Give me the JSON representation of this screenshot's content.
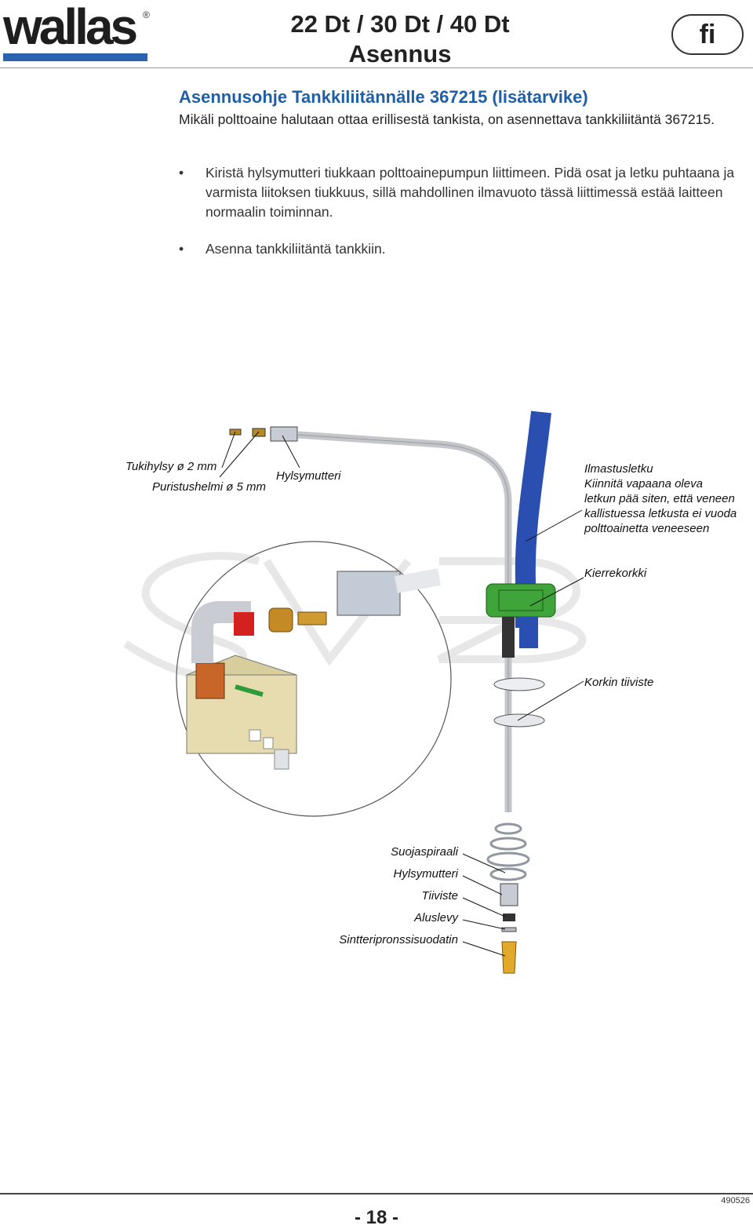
{
  "header": {
    "logo_text": "wallas",
    "logo_registered": "®",
    "title_line1": "22 Dt / 30 Dt / 40 Dt",
    "title_line2": "Asennus",
    "language_badge": "fi",
    "brand_color": "#2a64ae"
  },
  "section": {
    "heading": "Asennusohje Tankkiliitännälle 367215 (lisätarvike)",
    "heading_color": "#1f5fa8",
    "intro": "Mikäli polttoaine halutaan ottaa erillisestä tankista, on asennettava tankkiliitäntä 367215.",
    "bullet_symbol": "•",
    "bullets": [
      "Kiristä hylsymutteri tiukkaan polttoainepumpun liittimeen. Pidä osat ja letku puhtaana ja varmista liitoksen tiukkuus, sillä mahdollinen ilmavuoto tässä liittimessä estää laitteen normaalin toiminnan.",
      "Asenna tankkiliitäntä tankkiin."
    ]
  },
  "diagram": {
    "labels": {
      "tukihylsy": "Tukihylsy ø 2 mm",
      "puristushelmi": "Puristushelmi ø 5 mm",
      "hylsymutteri_top": "Hylsymutteri",
      "ilmastusletku_title": "Ilmastusletku",
      "ilmastusletku_desc": [
        "Kiinnitä vapaana oleva",
        "letkun pää siten, että veneen",
        "kallistuessa letkusta ei vuoda",
        "polttoainetta veneeseen"
      ],
      "kierrekorkki": "Kierrekorkki",
      "korkin_tiiviste": "Korkin tiiviste",
      "suojaspiraali": "Suojaspiraali",
      "hylsymutteri_bottom": "Hylsymutteri",
      "tiiviste": "Tiiviste",
      "aluslevy": "Aluslevy",
      "sintteri": "Sintteripronssisuodatin"
    },
    "colors": {
      "hose_blue": "#2b4fb0",
      "cap_green": "#3fa43a",
      "brass": "#c8962b",
      "filter_gold": "#e3a92a",
      "steel": "#b9bcc2"
    }
  },
  "footer": {
    "page_number": "- 18 -",
    "doc_code": "490526"
  }
}
